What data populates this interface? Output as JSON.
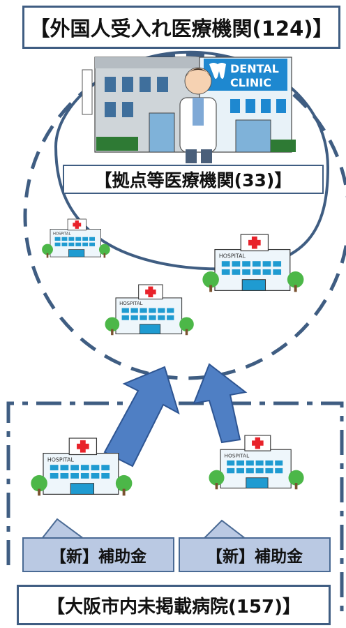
{
  "top_label": "【外国人受入れ医療機関(124)】",
  "center_label": "【拠点等医療機関(33)】",
  "bottom_label": "【大阪市内未掲載病院(157)】",
  "subsidy_left": "【新】補助金",
  "subsidy_right": "【新】補助金",
  "clinic_sign": {
    "line1": "DENTAL",
    "line2": "CLINIC"
  },
  "hospital_sign": "HOSPITAL",
  "colors": {
    "frame": "#3f5d82",
    "arrow": "#4f7fc4",
    "subsidy_fill": "#bac9e3"
  }
}
